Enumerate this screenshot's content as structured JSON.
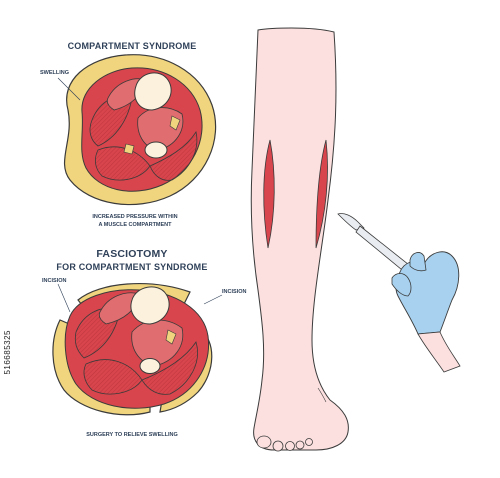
{
  "top_title": "COMPARTMENT SYNDROME",
  "swelling_label": "SWELLING",
  "top_caption_line1": "INCREASED PRESSURE WITHIN",
  "top_caption_line2": "A MUSCLE COMPARTMENT",
  "bottom_title_line1": "FASCIOTOMY",
  "bottom_title_line2": "FOR COMPARTMENT SYNDROME",
  "incision_label_left": "INCISION",
  "incision_label_right": "INCISION",
  "bottom_caption": "SURGERY TO RELIEVE SWELLING",
  "stock_id": "516685325",
  "colors": {
    "muscle": "#d8454c",
    "muscle_light": "#e06d6f",
    "fascia": "#f0d57e",
    "bone": "#fbf1dc",
    "skin": "#fbe0df",
    "glove": "#a7d1ef",
    "outline": "#3b3b3b"
  }
}
